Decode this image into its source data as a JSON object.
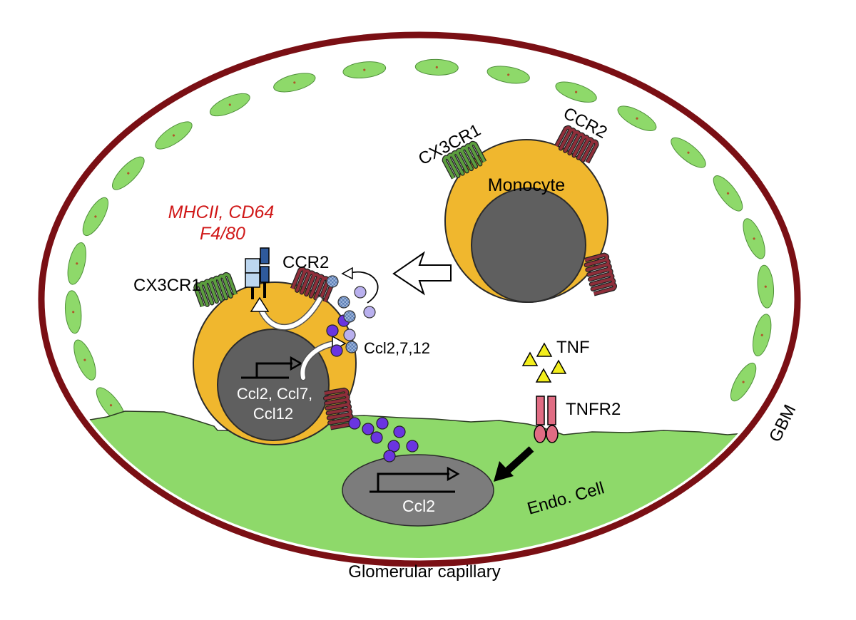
{
  "labels": {
    "caption": "Glomerular capillary",
    "gbm": "GBM",
    "endo_cell": "Endo. Cell",
    "monocyte": "Monocyte",
    "cx3cr1_monocyte": "CX3CR1",
    "ccr2_monocyte": "CCR2",
    "cx3cr1_macrophage": "CX3CR1",
    "ccr2_macrophage": "CCR2",
    "markers_line1": "MHCII, CD64",
    "markers_line2": "F4/80",
    "chemokines": "Ccl2,7,12",
    "tnf": "TNF",
    "tnfr2": "TNFR2",
    "mac_genes_line1": "Ccl2, Ccl7,",
    "mac_genes_line2": "Ccl12",
    "endo_gene": "Ccl2"
  },
  "colors": {
    "capillary_wall": "#7a0f14",
    "endothelium": "#8ed96a",
    "cell_body": "#f0b72e",
    "nucleus": "#5f5f5f",
    "cx3cr1": "#5c9e3f",
    "ccr2": "#8f2e3a",
    "chemokine_dark": "#6a35e0",
    "chemokine_light": "#b9b0ee",
    "chemokine_checked": "#7a9bc9",
    "tnf": "#f3ee1c",
    "tnfr2": "#e06c83",
    "marker_text": "#d01818",
    "mhc_light": "#bcd6ef",
    "mhc_dark": "#2f5a9c"
  },
  "icons": [
    "monocyte-cell",
    "macrophage-cell",
    "receptor-7tm-icon",
    "transcription-arrow-icon",
    "migration-arrow-icon",
    "tnf-triangle-icon"
  ]
}
